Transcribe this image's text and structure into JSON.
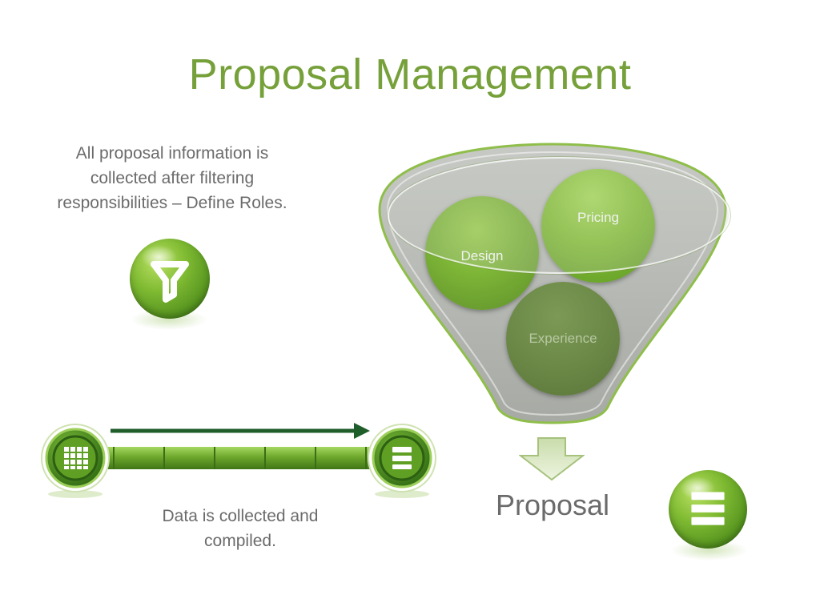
{
  "slide": {
    "title": "Proposal Management",
    "top_note": "All proposal information is collected after filtering responsibilities – Define Roles.",
    "bottom_note": "Data is collected and compiled.",
    "output_label": "Proposal"
  },
  "funnel": {
    "items": [
      {
        "label": "Design",
        "color": "#7cb436"
      },
      {
        "label": "Pricing",
        "color": "#84c034"
      },
      {
        "label": "Experience",
        "color": "#6a8746"
      }
    ]
  },
  "icons": {
    "filter": "filter-icon",
    "grid": "grid-icon",
    "list": "list-icon",
    "output_list": "list-icon"
  },
  "colors": {
    "accent": "#76a03a",
    "text": "#6b6b6b",
    "pipe_arrow": "#1f5e2a",
    "funnel_gray": "#b9bbb7"
  }
}
